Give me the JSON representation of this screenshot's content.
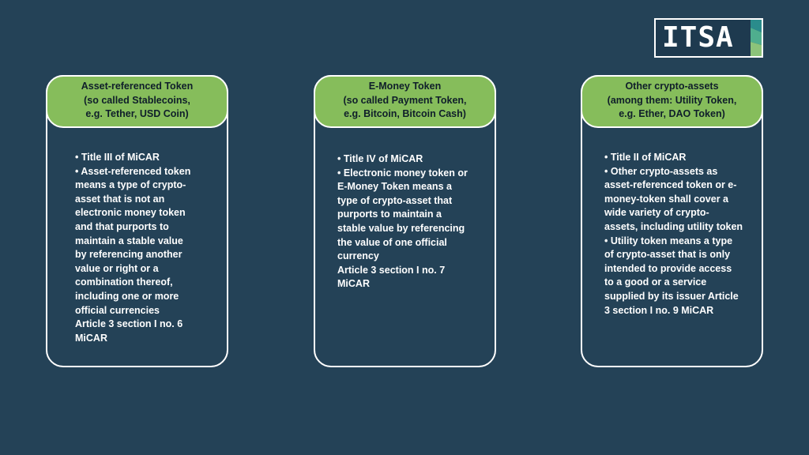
{
  "logo": {
    "text": "ITSA",
    "stripe_colors": [
      "#2a8c8c",
      "#4fae8e",
      "#8cc37a"
    ]
  },
  "colors": {
    "background": "#244257",
    "header_green": "#86bd5b",
    "border": "#ffffff"
  },
  "cards": [
    {
      "header": [
        "Asset-referenced Token",
        "(so called Stablecoins,",
        "e.g. Tether, USD Coin)"
      ],
      "body": [
        "• Title III of MiCAR",
        "• Asset-referenced token",
        "means a type of crypto-",
        "asset that is not an",
        "electronic money token",
        "and that purports to",
        "maintain a stable value",
        "by referencing another",
        "value or right or a",
        "combination thereof,",
        "including one or more",
        "official currencies",
        "Article 3 section I no. 6",
        "MiCAR"
      ]
    },
    {
      "header": [
        "E-Money Token",
        "(so called Payment Token,",
        "e.g. Bitcoin, Bitcoin Cash)"
      ],
      "body": [
        "• Title IV of MiCAR",
        "• Electronic money token or",
        "E-Money Token means a",
        "type of crypto-asset that",
        "purports to maintain a",
        "stable value by referencing",
        "the value of one official",
        "currency",
        "Article 3 section I no. 7",
        "MiCAR"
      ]
    },
    {
      "header": [
        "Other crypto-assets",
        "(among them: Utility Token,",
        "e.g. Ether, DAO Token)"
      ],
      "body": [
        "• Title II of MiCAR",
        "• Other crypto-assets as",
        "asset-referenced token or e-",
        "money-token shall cover a",
        "wide variety of crypto-",
        "assets, including utility token",
        "• Utility token means a type",
        "of crypto-asset that is only",
        "intended to provide access",
        "to a good or a service",
        "supplied by its issuer Article",
        "3 section I no. 9 MiCAR"
      ]
    }
  ]
}
